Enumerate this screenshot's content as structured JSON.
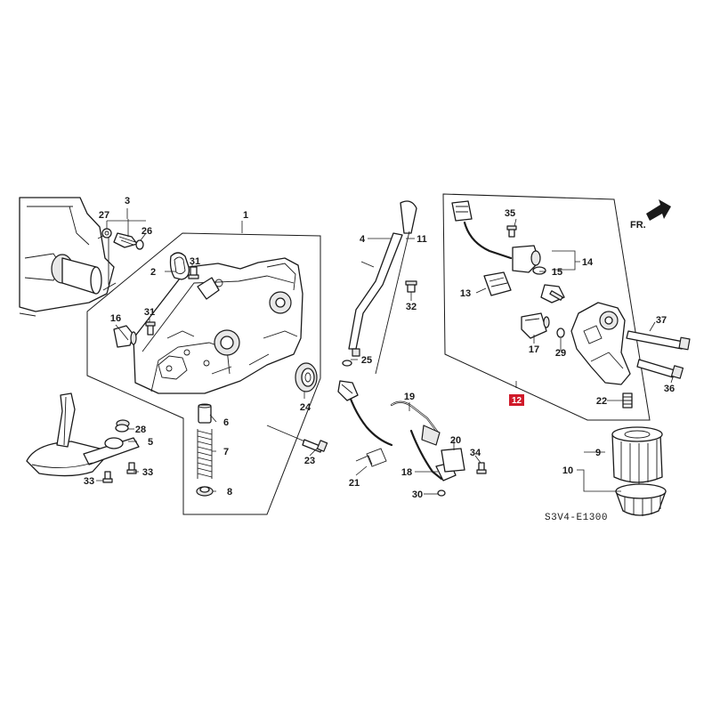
{
  "diagram": {
    "direction_label": "FR.",
    "diagram_code": "S3V4-E1300",
    "highlighted_callout": "12",
    "callouts": {
      "c1": "1",
      "c2": "2",
      "c3": "3",
      "c4": "4",
      "c5": "5",
      "c6": "6",
      "c7": "7",
      "c8": "8",
      "c9": "9",
      "c10": "10",
      "c11": "11",
      "c12": "12",
      "c13": "13",
      "c14": "14",
      "c15": "15",
      "c16": "16",
      "c17": "17",
      "c18": "18",
      "c19": "19",
      "c20": "20",
      "c21": "21",
      "c22": "22",
      "c23": "23",
      "c24": "24",
      "c25": "25",
      "c26": "26",
      "c27": "27",
      "c28": "28",
      "c29": "29",
      "c30": "30",
      "c31a": "31",
      "c31b": "31",
      "c32": "32",
      "c33a": "33",
      "c33b": "33",
      "c34": "34",
      "c35": "35",
      "c36": "36",
      "c37": "37"
    },
    "colors": {
      "highlight": "#d01a2a",
      "ink": "#1a1a1a"
    }
  }
}
